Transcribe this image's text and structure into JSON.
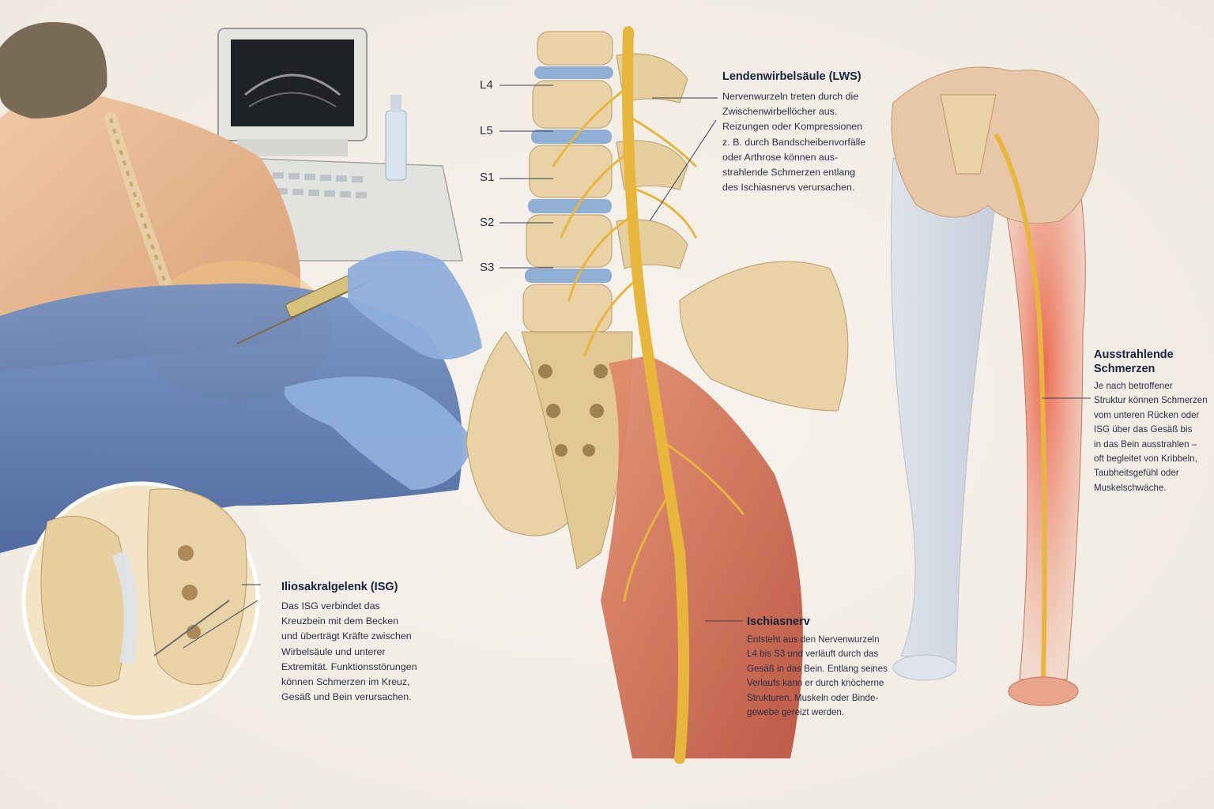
{
  "vertebra_labels": [
    "L4",
    "L5",
    "S1",
    "S2",
    "S3"
  ],
  "sections": {
    "lws": {
      "title": "Lendenwirbelsäule (LWS)",
      "body": "Nervenwurzeln treten durch die\nZwischenwirbellöcher aus.\nReizungen oder Kompressionen\nz. B. durch Bandscheibenvorfälle\noder Arthrose können aus-\nstrahlende Schmerzen entlang\ndes Ischiasnervs verursachen."
    },
    "isg": {
      "title": "Iliosakralgelenk (ISG)",
      "body": "Das ISG verbindet das\nKreuzbein mit dem Becken\nund überträgt Kräfte zwischen\nWirbelsäule und unterer\nExtremität. Funktionsstörungen\nkönnen Schmerzen im Kreuz,\nGesäß und Bein verursachen."
    },
    "ischias": {
      "title": "Ischiasnerv",
      "body": "Entsteht aus den Nervenwurzeln\nL4 bis S3 und verläuft durch das\nGesäß in das Bein. Entlang seines\nVerlaufs kann er durch knöcherne\nStrukturen, Muskeln oder Binde-\ngewebe gereizt werden."
    },
    "schmerzen": {
      "title": "Ausstrahlende\nSchmerzen",
      "body": "Je nach betroffener\nStruktur können Schmerzen\nvom unteren Rücken oder\nISG über das Gesäß bis\nin das Bein ausstrahlen –\noft begleitet von Kribbeln,\nTaubheitsgefühl oder\nMuskelschwäche."
    }
  },
  "colors": {
    "bone": "#e9d3a6",
    "bone_shadow": "#c9a874",
    "disc": "#8fb0d4",
    "nerve": "#e7b63a",
    "muscle": "#cc5b43",
    "drape": "#5f7fb4",
    "glove": "#8eaedb",
    "skin": "#e6b893",
    "text": "#1c2440"
  }
}
